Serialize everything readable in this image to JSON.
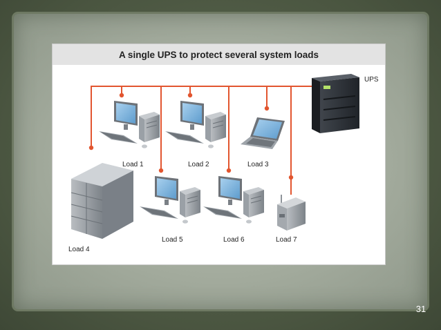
{
  "diagram": {
    "title": "A single UPS to protect several system loads",
    "ups_label": "UPS",
    "loads": [
      {
        "label": "Load 1",
        "kind": "desktop-computer"
      },
      {
        "label": "Load 2",
        "kind": "desktop-computer"
      },
      {
        "label": "Load 3",
        "kind": "laptop"
      },
      {
        "label": "Load 4",
        "kind": "server-rack"
      },
      {
        "label": "Load 5",
        "kind": "desktop-computer"
      },
      {
        "label": "Load 6",
        "kind": "desktop-computer"
      },
      {
        "label": "Load 7",
        "kind": "router"
      }
    ],
    "colors": {
      "power_line": "#e2552f",
      "monitor_screen": "#7fb3db",
      "device_gray": "#8e949a",
      "ups_body": "#2b2f35"
    }
  },
  "slide": {
    "number": "31"
  }
}
